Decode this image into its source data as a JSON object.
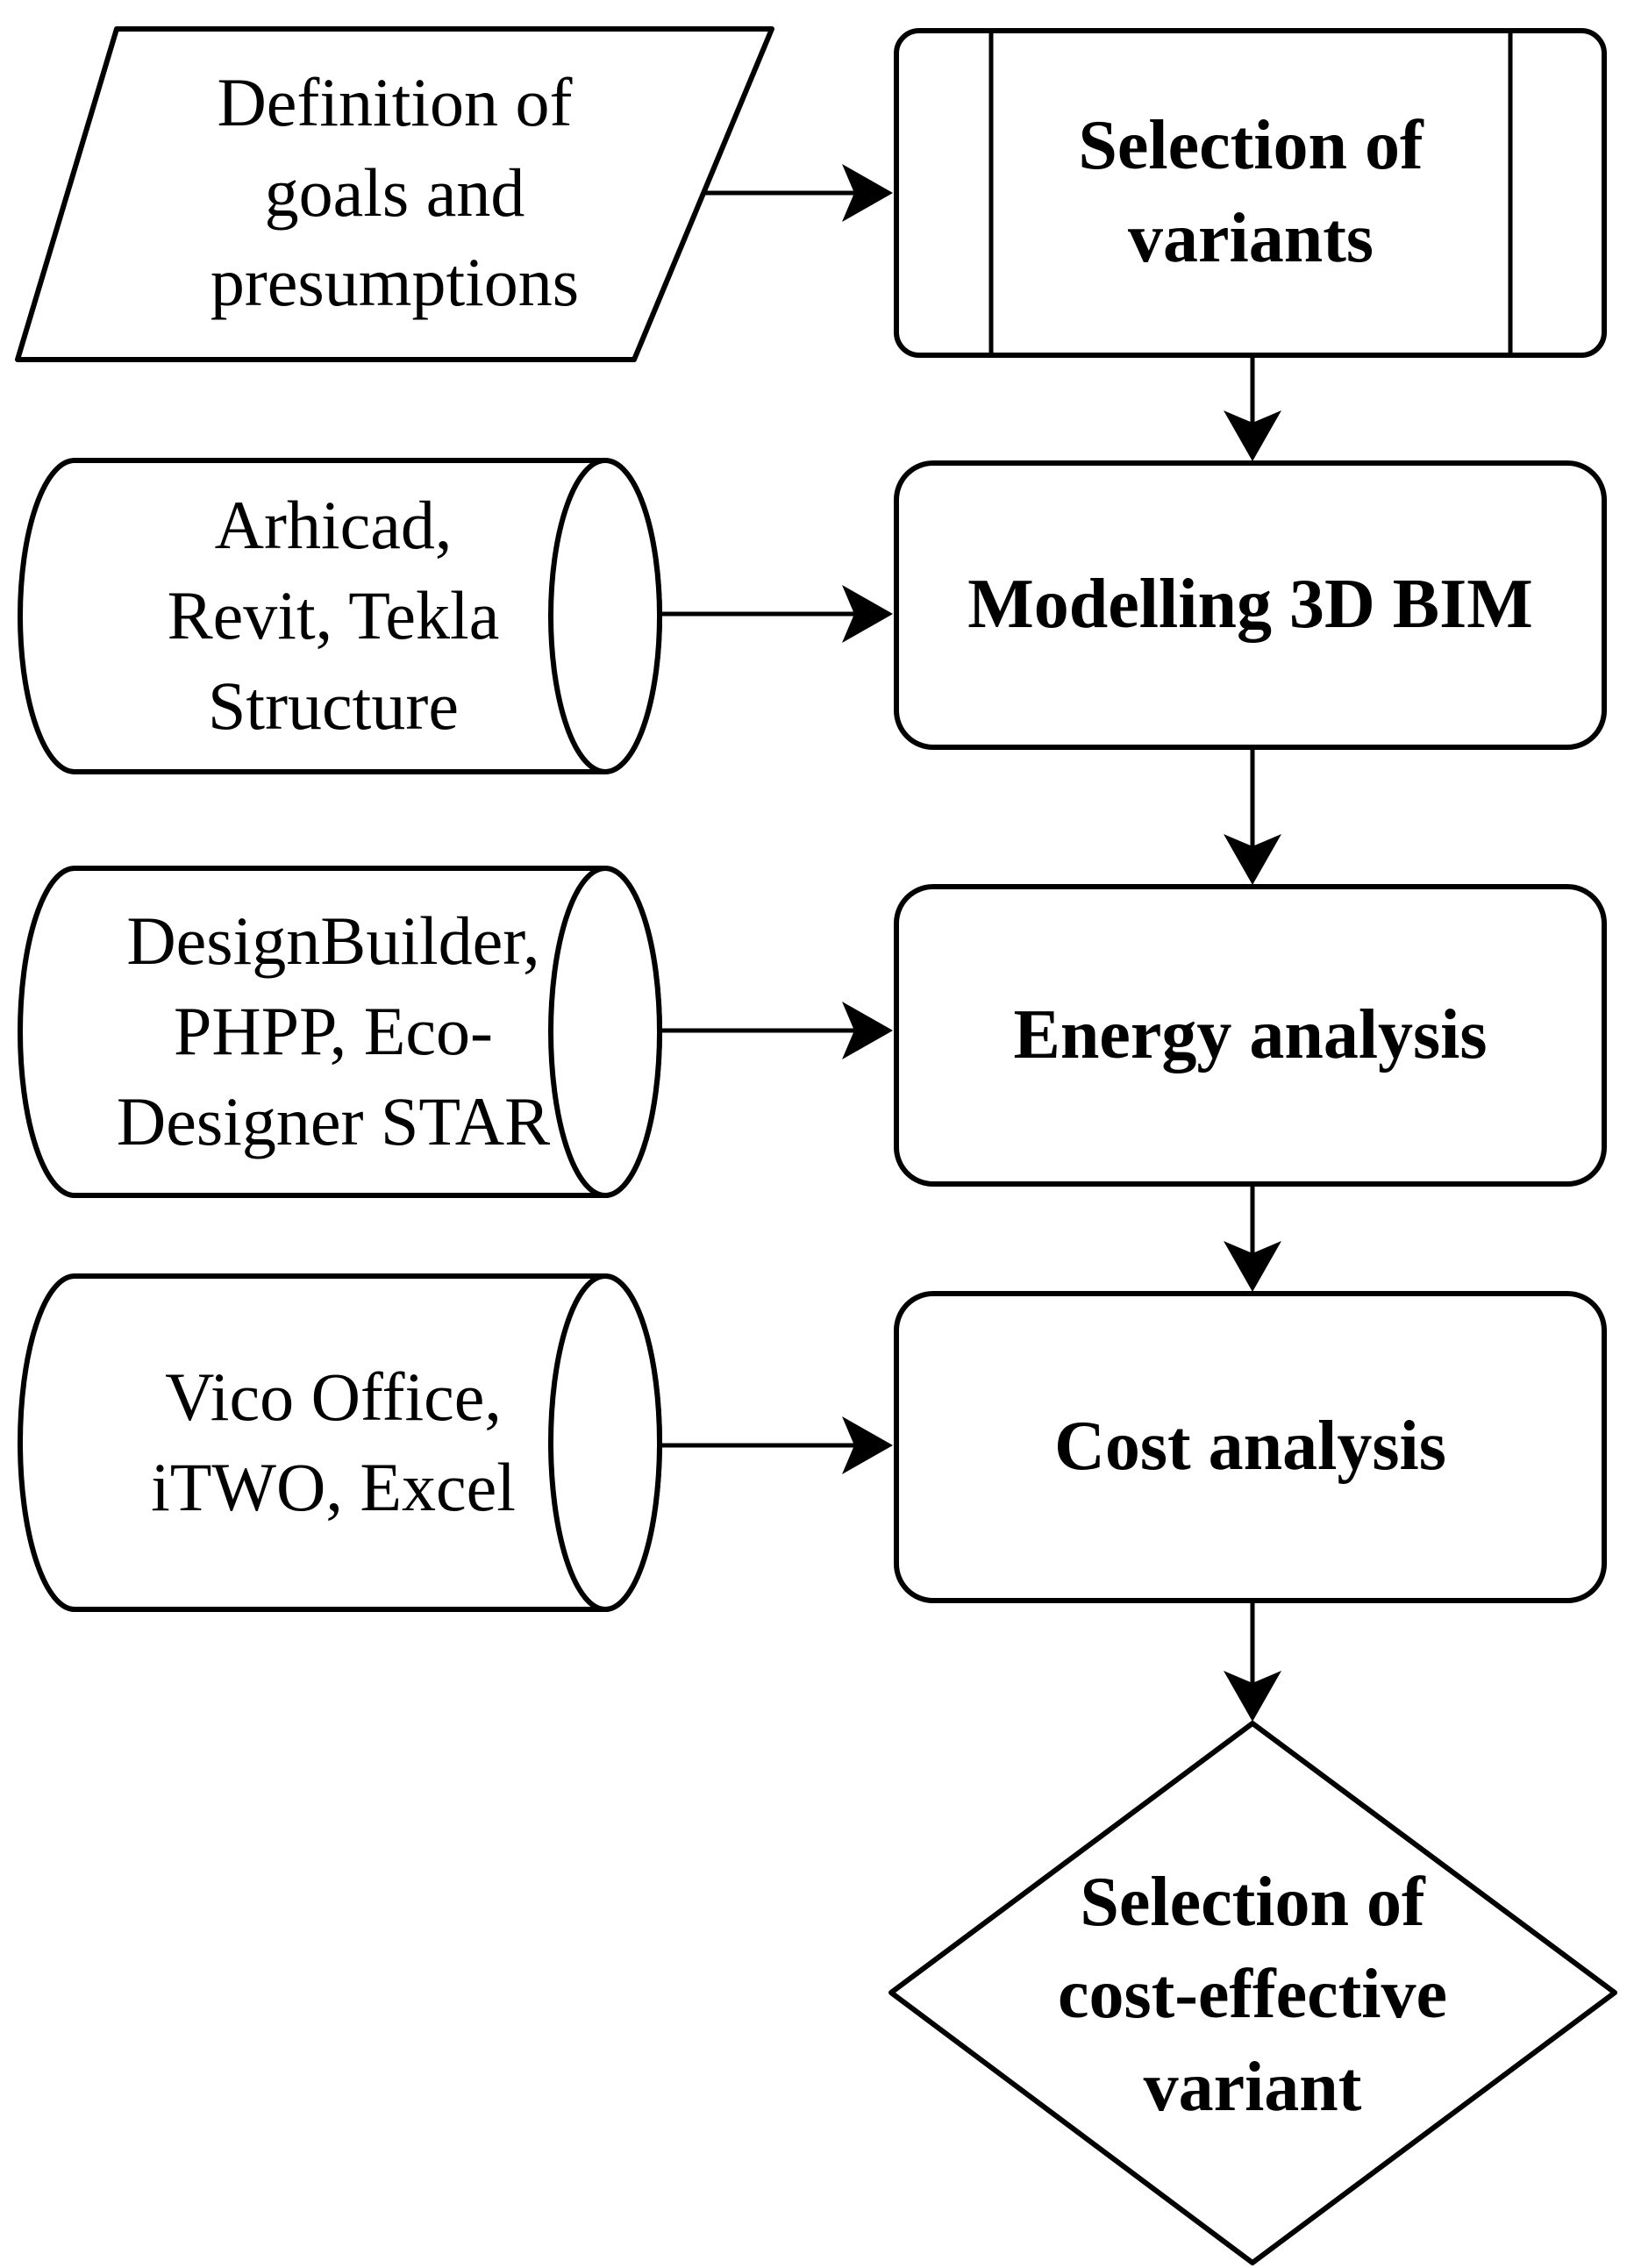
{
  "figure": {
    "background": "#ffffff",
    "stroke_color": "#000000",
    "shape_fill": "#ffffff",
    "nodes": {
      "definition_goals": {
        "shape": "parallelogram",
        "lines": [
          "Definition of",
          "goals and",
          "presumptions"
        ]
      },
      "selection_of_variants": {
        "shape": "predefined-process",
        "lines": [
          "Selection of",
          "variants"
        ]
      },
      "tools_bim": {
        "shape": "cylinder",
        "lines": [
          "Arhicad,",
          "Revit, Tekla",
          "Structure"
        ]
      },
      "modelling_3d_bim": {
        "shape": "rounded-rectangle",
        "lines": [
          "Modelling 3D BIM"
        ]
      },
      "tools_energy": {
        "shape": "cylinder",
        "lines": [
          "DesignBuilder,",
          "PHPP, Eco-",
          "Designer STAR"
        ]
      },
      "energy_analysis": {
        "shape": "rounded-rectangle",
        "lines": [
          "Energy analysis"
        ]
      },
      "tools_cost": {
        "shape": "cylinder",
        "lines": [
          "Vico Office,",
          "iTWO, Excel"
        ]
      },
      "cost_analysis": {
        "shape": "rounded-rectangle",
        "lines": [
          "Cost analysis"
        ]
      },
      "selection_cost_effective": {
        "shape": "diamond",
        "lines": [
          "Selection of",
          "cost-effective",
          "variant"
        ]
      }
    }
  }
}
